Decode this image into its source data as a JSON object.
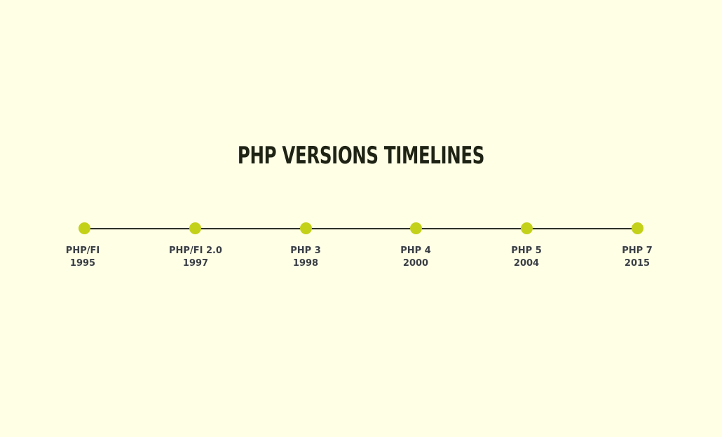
{
  "title": "PHP VERSIONS TIMELINES",
  "colors": {
    "background": "#FFFFE6",
    "node": "#C3D119",
    "line": "#2E3028",
    "title": "#1E2314",
    "label": "#3A3F46"
  },
  "events": [
    {
      "version": "PHP/FI",
      "year": "1995"
    },
    {
      "version": "PHP/FI 2.0",
      "year": "1997"
    },
    {
      "version": "PHP 3",
      "year": "1998"
    },
    {
      "version": "PHP 4",
      "year": "2000"
    },
    {
      "version": "PHP 5",
      "year": "2004"
    },
    {
      "version": "PHP 7",
      "year": "2015"
    }
  ]
}
